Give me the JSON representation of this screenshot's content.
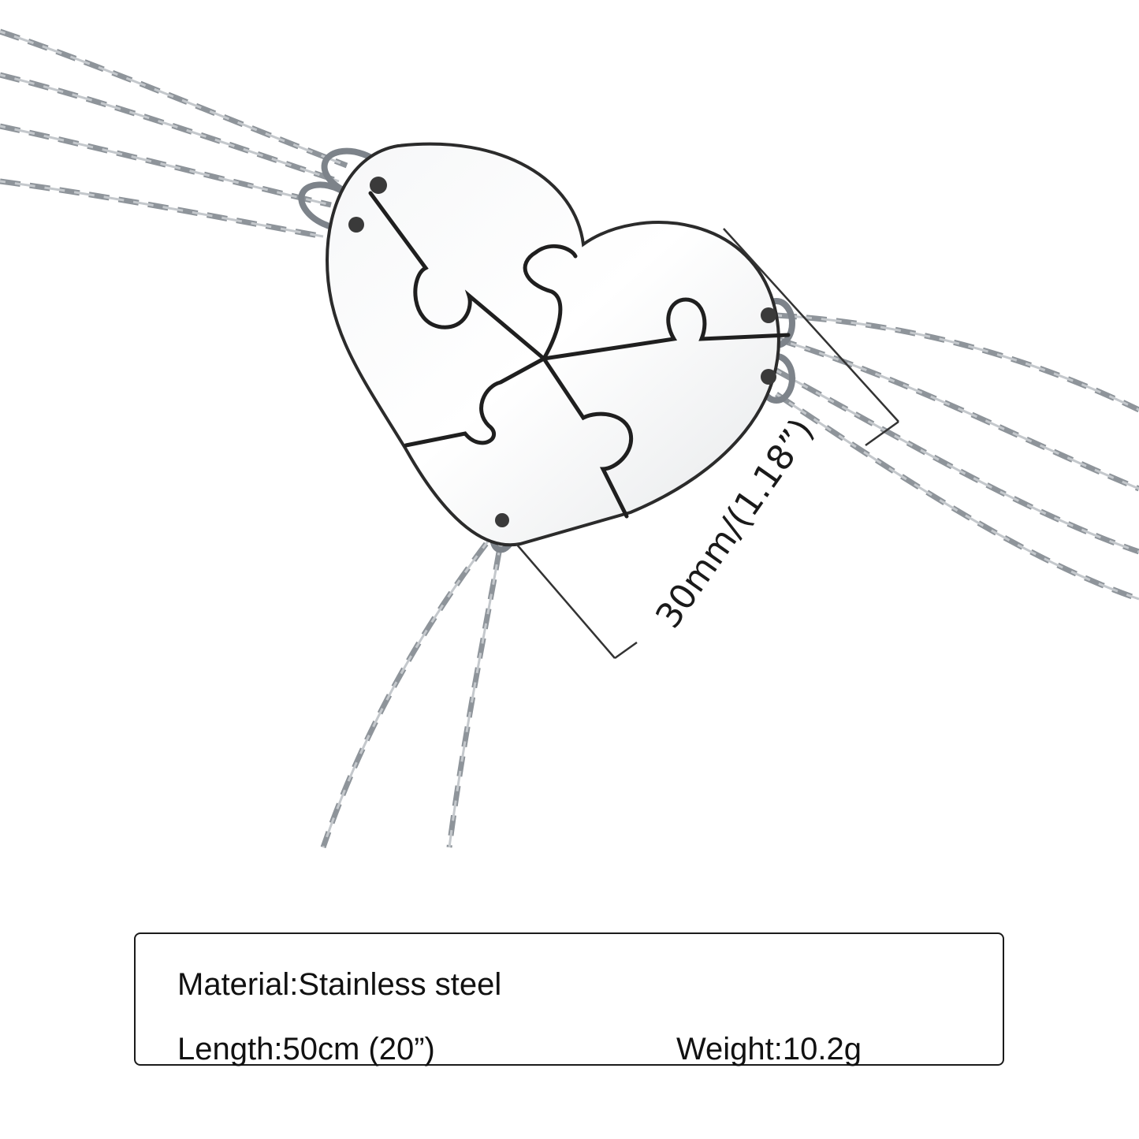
{
  "product_photo": {
    "description_icon": "heart-puzzle-pendant",
    "dimension_label": "30mm/(1.18”)",
    "colors": {
      "metal": "#e4e6e9",
      "chain": "#9aa0a6",
      "outline": "#2b2b2b"
    }
  },
  "specs": {
    "material": "Material:Stainless steel",
    "length": "Length:50cm (20”)",
    "weight": "Weight:10.2g"
  }
}
